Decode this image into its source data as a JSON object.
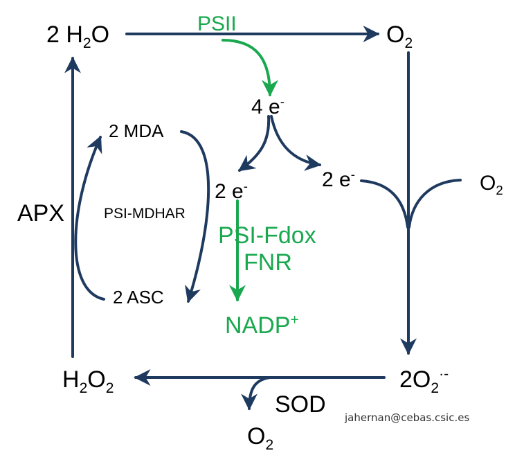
{
  "colors": {
    "pathway": "#1f3a5f",
    "electron_flow": "#1aa84f",
    "text": "#000000"
  },
  "species": {
    "water_top": {
      "coef": "2 H",
      "sub": "2",
      "tail": "O"
    },
    "oxygen_top": {
      "main": "O",
      "sub": "2"
    },
    "electrons_4": {
      "main": "4 e",
      "sup": "-"
    },
    "electrons_2_left": {
      "main": "2 e",
      "sup": "-"
    },
    "electrons_2_right": {
      "main": "2 e",
      "sup": "-"
    },
    "oxygen_right": {
      "main": "O",
      "sub": "2"
    },
    "mda": "2 MDA",
    "asc": "2 ASC",
    "h2o2": {
      "a": "H",
      "sub1": "2",
      "b": "O",
      "sub2": "2"
    },
    "superoxide": {
      "main": "2O",
      "sub": "2",
      "sup": "·-"
    },
    "oxygen_bottom": {
      "main": "O",
      "sub": "2"
    },
    "nadp": {
      "main": "NADP",
      "sup": "+"
    }
  },
  "enzymes": {
    "psii": "PSII",
    "psi_fdox": "PSI-Fdox",
    "fnr": "FNR",
    "psi_mdhar": "PSI-MDHAR",
    "apx": "APX",
    "sod": "SOD"
  },
  "credit": "jahernan@cebas.csic.es"
}
